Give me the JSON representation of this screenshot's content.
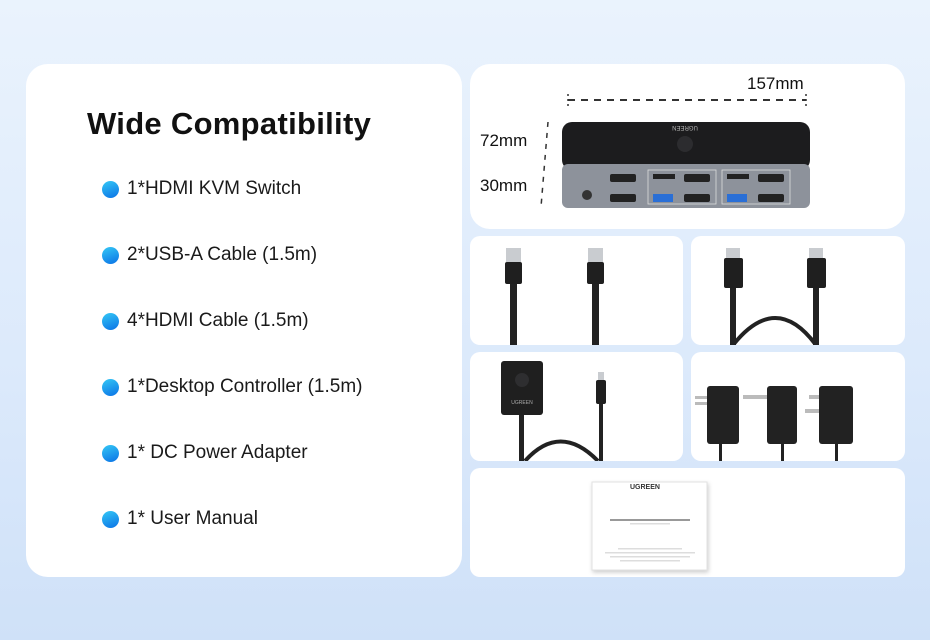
{
  "left_panel": {
    "title": "Wide Compatibility",
    "items": [
      {
        "label": "1*HDMI KVM Switch"
      },
      {
        "label": "2*USB-A Cable (1.5m)"
      },
      {
        "label": "4*HDMI Cable (1.5m)"
      },
      {
        "label": "1*Desktop Controller (1.5m)"
      },
      {
        "label": "1* DC Power Adapter"
      },
      {
        "label": "1* User Manual"
      }
    ],
    "bullet_colors": [
      "#35c8f5",
      "#0a72e6"
    ]
  },
  "product": {
    "width_label": "157mm",
    "depth_label": "72mm",
    "height_label": "30mm",
    "brand": "UGREEN"
  },
  "manual": {
    "brand": "UGREEN"
  },
  "colors": {
    "background": "#dbe9fb",
    "card": "#ffffff",
    "device_top": "#1c1c1e",
    "device_front": "#8d929b"
  }
}
